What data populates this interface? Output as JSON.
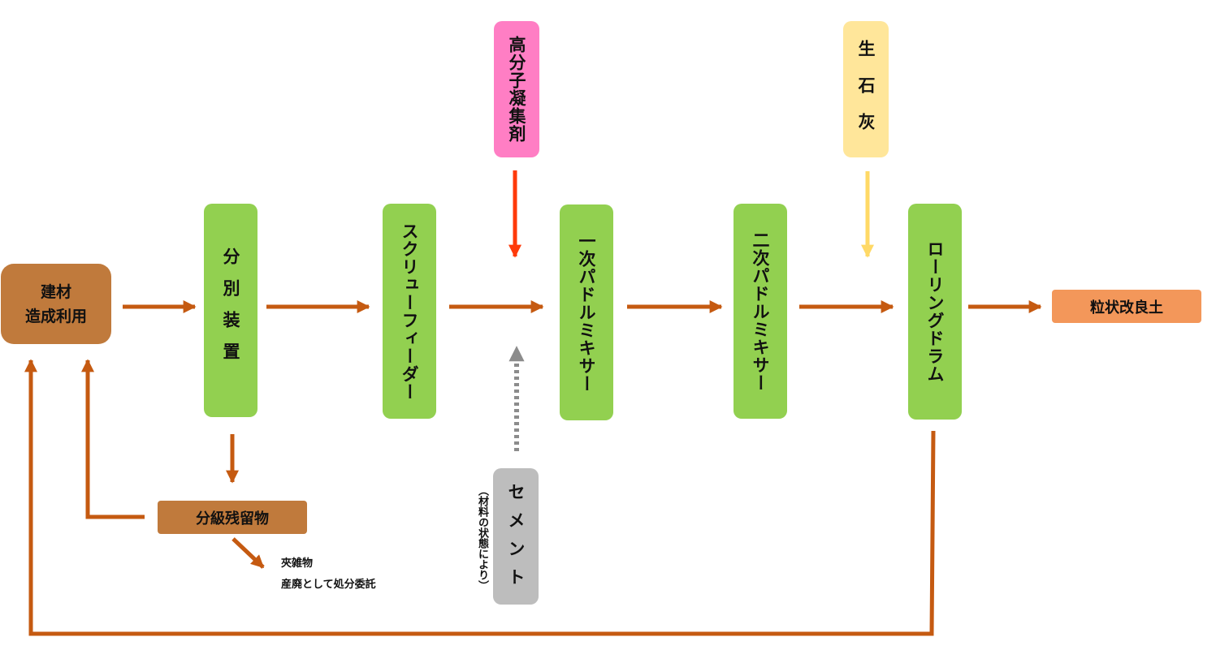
{
  "nodes": {
    "building_material": {
      "line1": "建材",
      "line2": "造成利用"
    },
    "separator": "分別装置",
    "screw_feeder": "スクリューフィーダー",
    "primary_mixer": "一次パドルミキサー",
    "secondary_mixer": "二次パドルミキサー",
    "rolling_drum": "ローリングドラム",
    "polymer_coagulant": "高分子凝集剤",
    "quicklime": "生石灰",
    "cement": "セメント",
    "cement_note": "（材料の状態により）",
    "residue": "分級残留物",
    "product": "粒状改良土",
    "impurities": {
      "line1": "夾雑物",
      "line2": "産廃として処分委託"
    }
  },
  "colors": {
    "process_green": "#92d050",
    "residue_brown": "#c07a3c",
    "product_orange": "#f3975a",
    "coagulant_pink": "#ff7ec4",
    "lime_yellow": "#ffe69a",
    "cement_gray": "#bdbdbd",
    "arrow_brown": "#c55a11",
    "arrow_red": "#ff3a0a",
    "arrow_yellow": "#ffd966",
    "arrow_gray": "#8c8c8c"
  }
}
